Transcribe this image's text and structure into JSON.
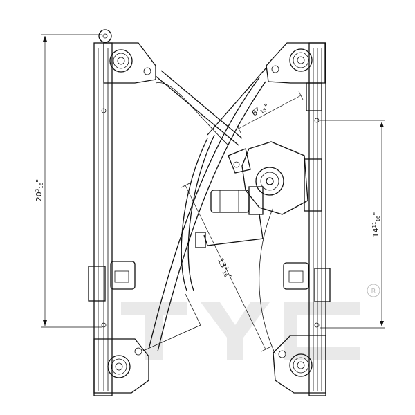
{
  "diagram": {
    "dimensions": {
      "overall_height": {
        "whole": "20",
        "num": "3",
        "den": "16",
        "unit": "\""
      },
      "rail_span": {
        "whole": "14",
        "num": "11",
        "den": "16",
        "unit": "\""
      },
      "diagonal": {
        "whole": "13",
        "num": "3",
        "den": "16",
        "unit": "\""
      },
      "upper": {
        "whole": "6",
        "num": "7",
        "den": "16",
        "unit": "\""
      }
    },
    "watermark": {
      "registered_mark": "R"
    },
    "colors": {
      "line": "#111111",
      "watermark": "#e9e9e9"
    }
  }
}
